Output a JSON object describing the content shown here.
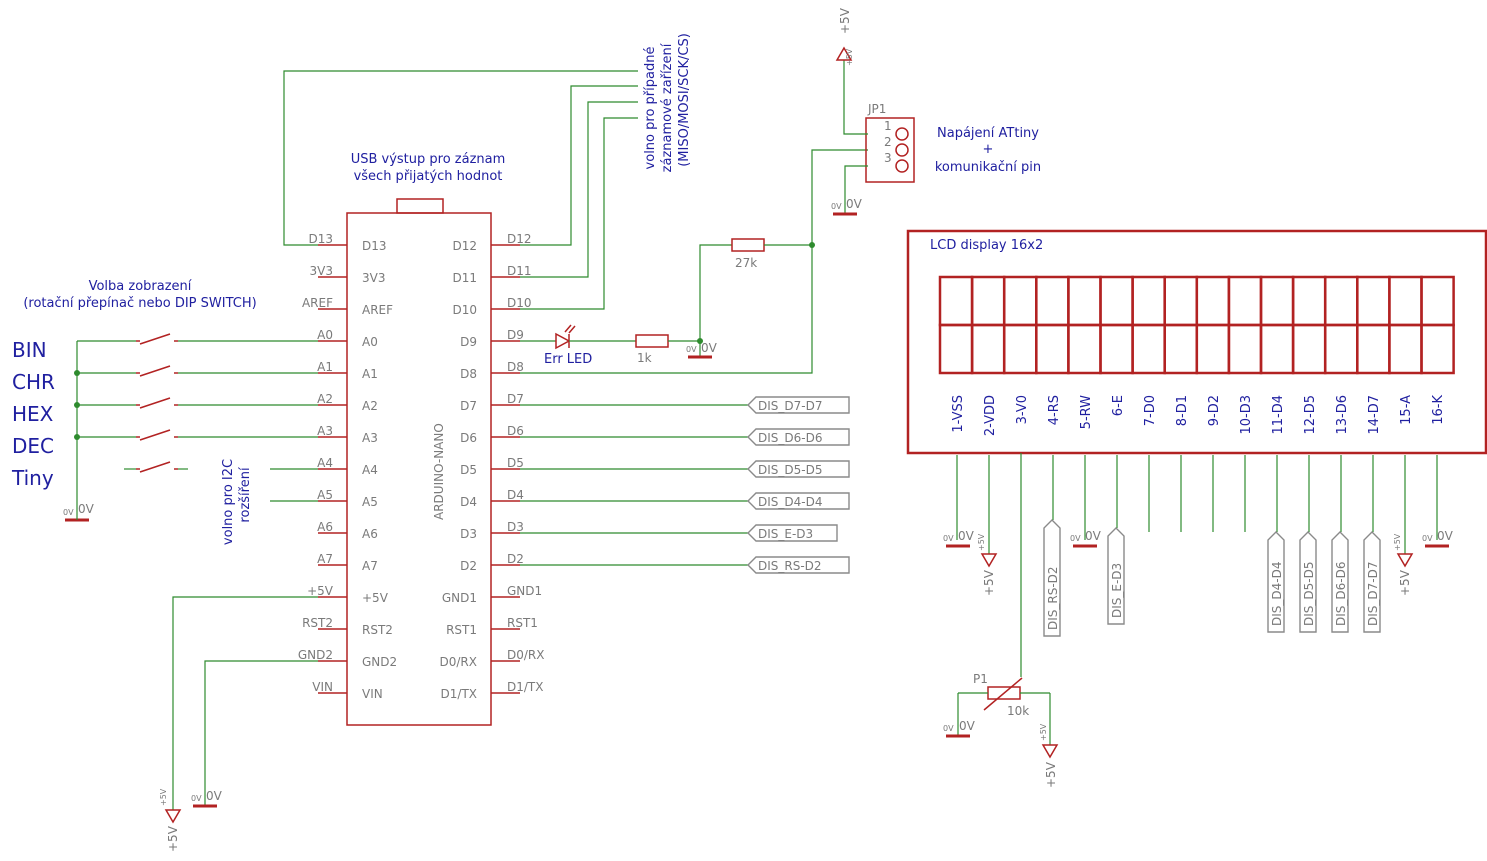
{
  "arduino": {
    "name": "ARDUINO-NANO",
    "left_pins": [
      "D13",
      "3V3",
      "AREF",
      "A0",
      "A1",
      "A2",
      "A3",
      "A4",
      "A5",
      "A6",
      "A7",
      "+5V",
      "RST2",
      "GND2",
      "VIN"
    ],
    "right_pins": [
      "D12",
      "D11",
      "D10",
      "D9",
      "D8",
      "D7",
      "D6",
      "D5",
      "D4",
      "D3",
      "D2",
      "GND1",
      "RST1",
      "D0/RX",
      "D1/TX"
    ]
  },
  "notes": {
    "usb_line1": "USB výstup pro záznam",
    "usb_line2": "všech přijatých hodnot",
    "spi_line1": "volno pro případné",
    "spi_line2": "záznamové zařízení",
    "spi_line3": "(MISO/MOSI/SCK/CS)",
    "mode_line1": "Volba zobrazení",
    "mode_line2": "(rotační přepínač nebo DIP SWITCH)",
    "i2c_line1": "volno pro I2C",
    "i2c_line2": "rozšíření",
    "jp_line1": "Napájení ATtiny",
    "jp_line2": "+",
    "jp_line3": "komunikační pin"
  },
  "modes": [
    "BIN",
    "CHR",
    "HEX",
    "DEC",
    "Tiny"
  ],
  "led": {
    "name": "Err LED"
  },
  "resistors": {
    "r1k": "1k",
    "r27k": "27k",
    "pot_name": "P1",
    "pot_value": "10k"
  },
  "jumper": {
    "name": "JP1",
    "pins": [
      "1",
      "2",
      "3"
    ]
  },
  "lcd": {
    "title": "LCD display 16x2",
    "pins": [
      "1-VSS",
      "2-VDD",
      "3-V0",
      "4-RS",
      "5-RW",
      "6-E",
      "7-D0",
      "8-D1",
      "9-D2",
      "10-D3",
      "11-D4",
      "12-D5",
      "13-D6",
      "14-D7",
      "15-A",
      "16-K"
    ]
  },
  "display_nets": [
    "DIS_D7-D7",
    "DIS_D6-D6",
    "DIS_D5-D5",
    "DIS_D4-D4",
    "DIS_E-D3",
    "DIS_RS-D2"
  ],
  "lcd_nets": {
    "rs": "DIS_RS-D2",
    "e": "DIS_E-D3",
    "d4": "DIS_D4-D4",
    "d5": "DIS_D5-D5",
    "d6": "DIS_D6-D6",
    "d7": "DIS_D7-D7"
  },
  "power": {
    "vcc": "+5V",
    "gnd": "0V"
  }
}
